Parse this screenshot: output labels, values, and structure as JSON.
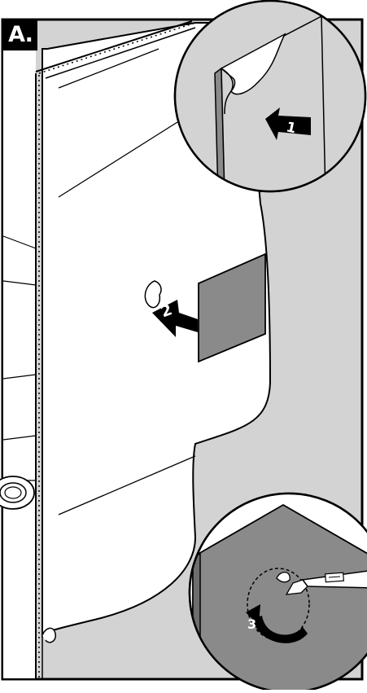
{
  "panel": {
    "label": "A."
  },
  "steps": [
    {
      "number": "1"
    },
    {
      "number": "2"
    },
    {
      "number": "3"
    }
  ],
  "colors": {
    "background_wall": "#d3d3d3",
    "door_panel": "#ffffff",
    "pad": "#8a8a8a",
    "outline": "#000000"
  }
}
